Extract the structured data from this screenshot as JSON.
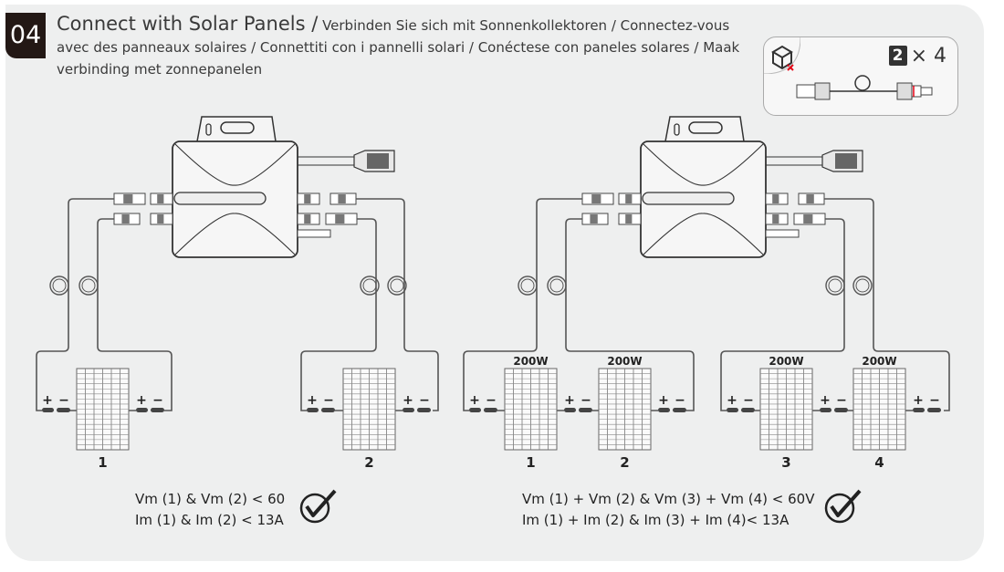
{
  "step_number": "04",
  "title": {
    "main": "Connect with Solar Panels /",
    "translations": "Verbinden Sie sich mit Sonnenkollektoren / Connectez-vous avec des panneaux solaires / Connettiti con i pannelli solari / Conéctese con paneles solares / Maak verbinding met zonnepanelen"
  },
  "kit": {
    "item_number": "2",
    "quantity": "× 4",
    "icon": "box-not-included-icon"
  },
  "diagram_left": {
    "panels": [
      {
        "label": "1"
      },
      {
        "label": "2"
      }
    ],
    "formula": [
      "Vm (1) & Vm (2) < 60",
      "Im (1) & Im (2) < 13A"
    ]
  },
  "diagram_right": {
    "panels": [
      {
        "label": "1",
        "watt": "200W"
      },
      {
        "label": "2",
        "watt": "200W"
      },
      {
        "label": "3",
        "watt": "200W"
      },
      {
        "label": "4",
        "watt": "200W"
      }
    ],
    "formula": [
      "Vm (1) + Vm (2) & Vm (3) + Vm (4) < 60V",
      "Im (1) + Im (2) & Im (3) + Im (4)< 13A"
    ]
  },
  "polarity": {
    "plus": "+",
    "minus": "−"
  },
  "colors": {
    "background": "#eeefef",
    "step_badge": "#231815",
    "line": "#555555",
    "accent": "#e60012"
  }
}
